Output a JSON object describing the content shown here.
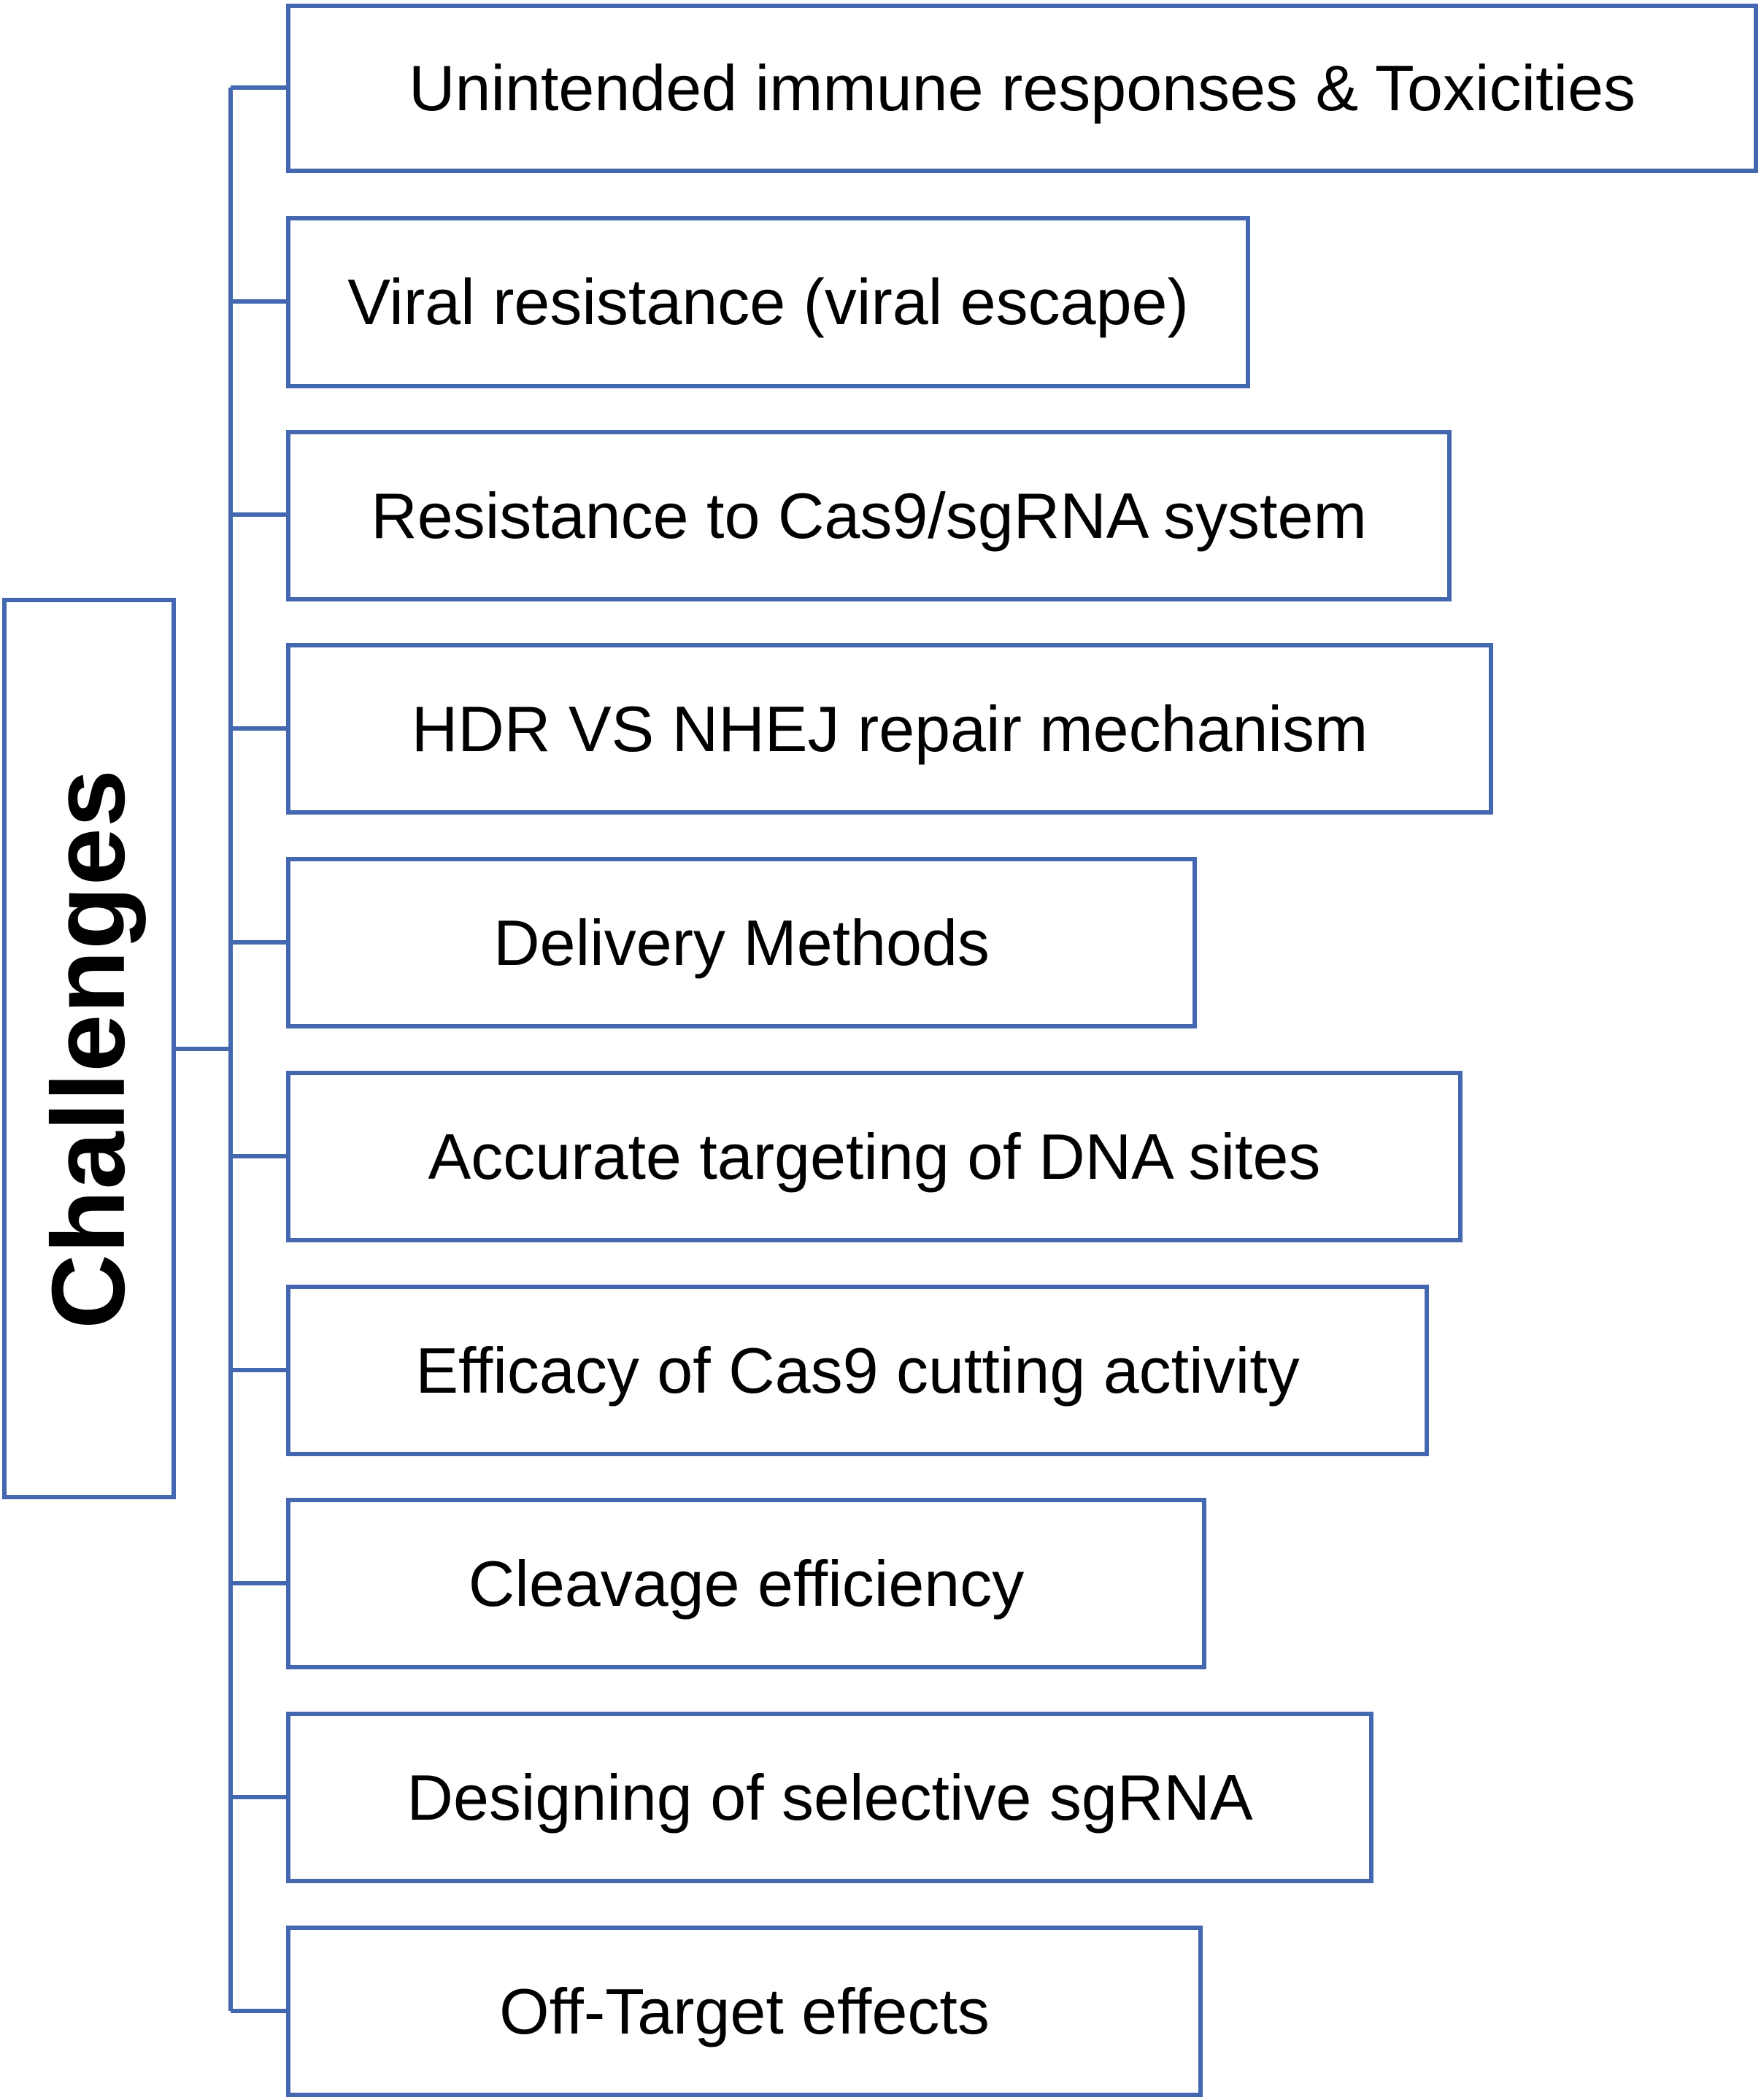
{
  "diagram": {
    "root": {
      "label": "Challenges"
    },
    "items": [
      {
        "label": "Unintended immune responses & Toxicities"
      },
      {
        "label": "Viral resistance (viral escape)"
      },
      {
        "label": "Resistance to Cas9/sgRNA system"
      },
      {
        "label": "HDR VS NHEJ repair mechanism"
      },
      {
        "label": "Delivery Methods"
      },
      {
        "label": "Accurate targeting of DNA sites"
      },
      {
        "label": "Efficacy of Cas9 cutting activity"
      },
      {
        "label": "Cleavage efficiency"
      },
      {
        "label": "Designing of selective sgRNA"
      },
      {
        "label": "Off-Target effects"
      }
    ],
    "colors": {
      "border": "#4468b0",
      "text": "#000000",
      "background": "#ffffff"
    }
  }
}
